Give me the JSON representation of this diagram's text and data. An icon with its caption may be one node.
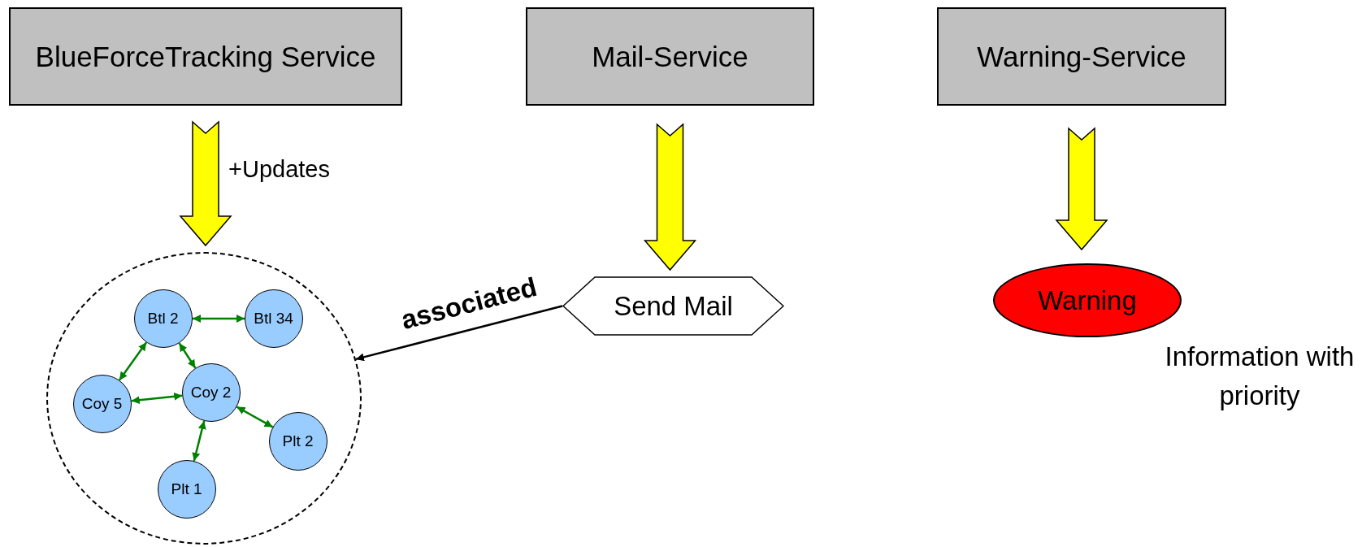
{
  "diagram": {
    "nodes": [
      {
        "text": [
          "BlueForceTracking Service"
        ]
      },
      {
        "text": [
          "Mail-Service"
        ]
      },
      {
        "text": [
          "Warning-Service"
        ]
      },
      {
        "text": [],
        "shape": "circle"
      },
      {
        "text": [
          "Btl 2"
        ],
        "in": 3
      },
      {
        "text": [
          "Btl 34"
        ],
        "in": 3
      },
      {
        "text": [
          "Coy 5"
        ],
        "in": 3
      },
      {
        "text": [
          "Coy 2"
        ],
        "in": 3
      },
      {
        "text": [
          "Plt 2"
        ],
        "in": 3
      },
      {
        "text": [
          "Plt 1"
        ],
        "in": 3
      },
      {
        "text": [
          "Send Mail"
        ]
      },
      {
        "text": [
          "Warning"
        ],
        "beside": [
          "Information with priority"
        ]
      }
    ],
    "edges": [
      {
        "from": 0,
        "to": 3,
        "arrow": "to",
        "label": "+Updates",
        "style": "thick",
        "color": "#ffff00"
      },
      {
        "from": 1,
        "to": 10,
        "arrow": "to",
        "style": "thick",
        "color": "#ffff00"
      },
      {
        "from": 2,
        "to": 11,
        "arrow": "to",
        "style": "thick",
        "color": "#ffff00"
      },
      {
        "from": 4,
        "to": 5,
        "arrow": "both"
      },
      {
        "from": 4,
        "to": 7,
        "arrow": "both"
      },
      {
        "from": 4,
        "to": 6,
        "arrow": "both"
      },
      {
        "from": 6,
        "to": 7,
        "arrow": "both"
      },
      {
        "from": 7,
        "to": 8,
        "arrow": "both"
      },
      {
        "from": 7,
        "to": 9,
        "arrow": "both"
      },
      {
        "from": 10,
        "to": 3,
        "arrow": "to",
        "label": "associated",
        "color": "#000000"
      }
    ]
  }
}
